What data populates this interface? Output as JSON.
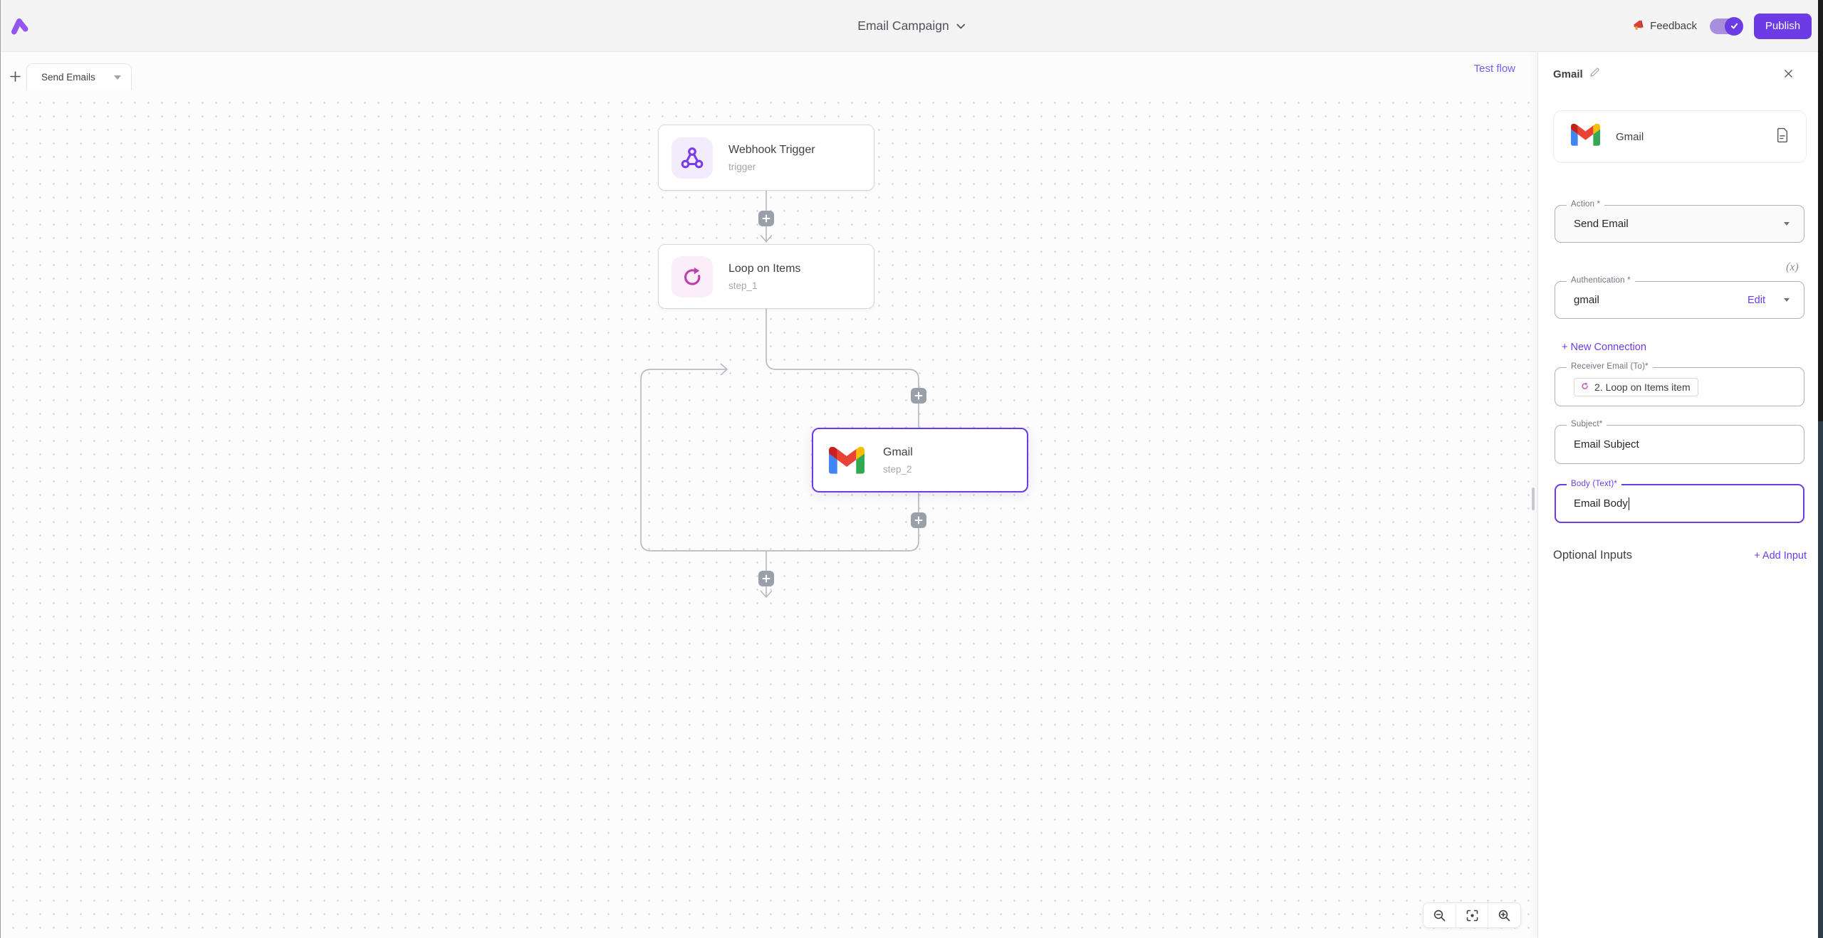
{
  "topbar": {
    "title": "Email Campaign",
    "feedback_label": "Feedback",
    "publish_label": "Publish"
  },
  "canvas": {
    "tab_label": "Send Emails",
    "test_flow_label": "Test flow",
    "nodes": [
      {
        "title": "Webhook Trigger",
        "subtitle": "trigger"
      },
      {
        "title": "Loop on Items",
        "subtitle": "step_1"
      },
      {
        "title": "Gmail",
        "subtitle": "step_2"
      }
    ]
  },
  "panel": {
    "header_title": "Gmail",
    "piece_name": "Gmail",
    "action": {
      "label": "Action *",
      "value": "Send Email"
    },
    "variable_icon_label": "(x)",
    "auth": {
      "label": "Authentication *",
      "value": "gmail",
      "edit_label": "Edit"
    },
    "new_connection_label": "+ New Connection",
    "receiver": {
      "label": "Receiver Email (To)*",
      "chip_label": "2. Loop on Items item"
    },
    "subject": {
      "label": "Subject*",
      "value": "Email Subject"
    },
    "body": {
      "label": "Body (Text)*",
      "value": "Email Body"
    },
    "optional_inputs_label": "Optional Inputs",
    "add_input_label": "+ Add Input"
  },
  "colors": {
    "accent": "#6d3be6",
    "webhook_purple": "#7c3aed",
    "loop_magenta": "#bc3fae",
    "edge_gray": "#b6bcc4",
    "gmail_red": "#ea4335",
    "gmail_blue": "#4285f4",
    "gmail_green": "#34a853",
    "gmail_yellow": "#fbbc04"
  }
}
